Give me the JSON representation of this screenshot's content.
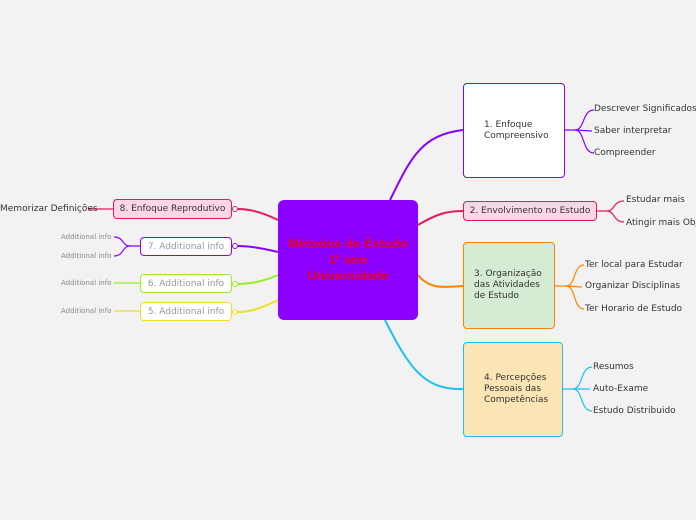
{
  "central": {
    "title": "Métodos de Estudo 1º ano Universidade"
  },
  "branches": [
    {
      "label": "1. Enfoque Compreensivo",
      "color": "#8a00ff",
      "fill": "#ffffff",
      "leaves": [
        "Descrever Significados",
        "Saber interpretar",
        "Compreender"
      ]
    },
    {
      "label": "2. Envolvimento no Estudo",
      "color": "#e6185f",
      "fill": "#fbd6e6",
      "leaves": [
        "Estudar mais",
        "Atingir mais Objetivos"
      ]
    },
    {
      "label": "3. Organização das Atividades de Estudo",
      "color": "#ff8500",
      "fill": "#d5ebd4",
      "leaves": [
        "Ter local para Estudar",
        "Organizar Disciplinas",
        "Ter Horario de Estudo"
      ]
    },
    {
      "label": "4. Percepções Pessoais das Competências",
      "color": "#1ec0f0",
      "fill": "#fce5b5",
      "leaves": [
        "Resumos",
        "Auto-Exame",
        "Estudo Distribuido"
      ]
    },
    {
      "label": "8. Enfoque Reprodutivo",
      "color": "#e6185f",
      "fill": "#fbd6e6",
      "leaves": [
        "Memorizar Definições"
      ]
    },
    {
      "label": "7. Additional info",
      "color": "#8a00ff",
      "fill": "#ffffff",
      "leaves": [
        "Additional info",
        "Additional info"
      ]
    },
    {
      "label": "6. Additional info",
      "color": "#99ee22",
      "fill": "#ffffff",
      "leaves": [
        "Additional info"
      ]
    },
    {
      "label": "5. Additional info",
      "color": "#f0e020",
      "fill": "#ffffff",
      "leaves": [
        "Additional info"
      ]
    }
  ]
}
